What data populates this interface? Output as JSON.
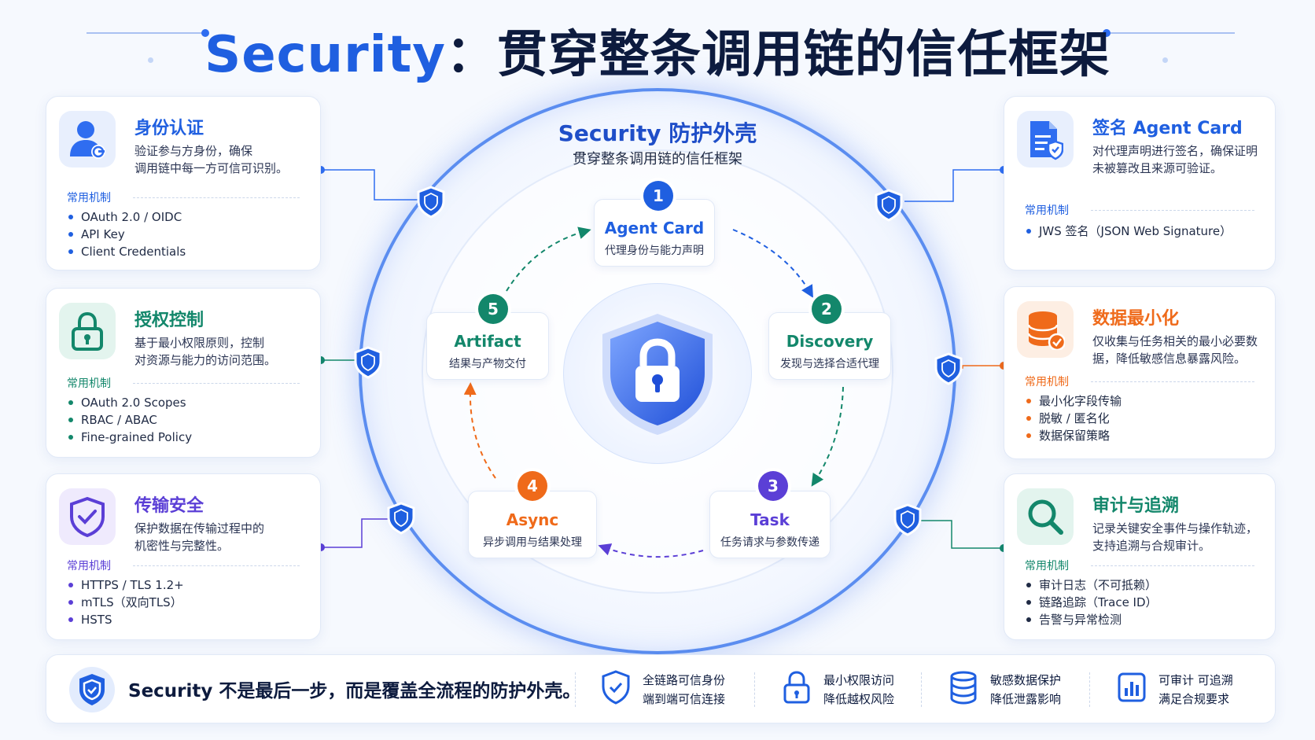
{
  "title": {
    "en": "Security",
    "sep": "：",
    "zh": "贯穿整条调用链的信任框架"
  },
  "center": {
    "title": "Security 防护外壳",
    "subtitle": "贯穿整条调用链的信任框架"
  },
  "nodes": [
    {
      "num": "1",
      "title": "Agent Card",
      "desc": "代理身份与能力声明",
      "color": "#1f5fe0"
    },
    {
      "num": "2",
      "title": "Discovery",
      "desc": "发现与选择合适代理",
      "color": "#13876b"
    },
    {
      "num": "3",
      "title": "Task",
      "desc": "任务请求与参数传递",
      "color": "#5b3fd6"
    },
    {
      "num": "4",
      "title": "Async",
      "desc": "异步调用与结果处理",
      "color": "#ef6a1a"
    },
    {
      "num": "5",
      "title": "Artifact",
      "desc": "结果与产物交付",
      "color": "#13876b"
    }
  ],
  "mech_label": "常用机制",
  "left_cards": [
    {
      "title": "身份认证",
      "desc": [
        "验证参与方身份，确保",
        "调用链中每一方可信可识别。"
      ],
      "items": [
        "OAuth 2.0 / OIDC",
        "API Key",
        "Client Credentials"
      ],
      "color": "#1f5fe0",
      "icon": "user-icon"
    },
    {
      "title": "授权控制",
      "desc": [
        "基于最小权限原则，控制",
        "对资源与能力的访问范围。"
      ],
      "items": [
        "OAuth 2.0 Scopes",
        "RBAC / ABAC",
        "Fine-grained Policy"
      ],
      "color": "#13876b",
      "icon": "lock-icon"
    },
    {
      "title": "传输安全",
      "desc": [
        "保护数据在传输过程中的",
        "机密性与完整性。"
      ],
      "items": [
        "HTTPS / TLS 1.2+",
        "mTLS（双向TLS）",
        "HSTS"
      ],
      "color": "#5b3fd6",
      "icon": "shield-check-icon"
    }
  ],
  "right_cards": [
    {
      "title": "签名 Agent Card",
      "desc": [
        "对代理声明进行签名，确保证明",
        "未被篡改且来源可验证。"
      ],
      "items": [
        "JWS 签名（JSON Web Signature）"
      ],
      "color": "#1f5fe0",
      "icon": "signed-doc-icon"
    },
    {
      "title": "数据最小化",
      "desc": [
        "仅收集与任务相关的最小必要数",
        "据，降低敏感信息暴露风险。"
      ],
      "items": [
        "最小化字段传输",
        "脱敏 / 匿名化",
        "数据保留策略"
      ],
      "color": "#ef6a1a",
      "icon": "database-icon"
    },
    {
      "title": "审计与追溯",
      "desc": [
        "记录关键安全事件与操作轨迹，",
        "支持追溯与合规审计。"
      ],
      "items": [
        "审计日志（不可抵赖）",
        "链路追踪（Trace ID）",
        "告警与异常检测"
      ],
      "color": "#13876b",
      "icon": "search-icon"
    }
  ],
  "bottom": {
    "main": "Security 不是最后一步，而是覆盖全流程的防护外壳。",
    "items": [
      {
        "l1": "全链路可信身份",
        "l2": "端到端可信连接",
        "icon": "shield-check-icon"
      },
      {
        "l1": "最小权限访问",
        "l2": "降低越权风险",
        "icon": "lock-icon"
      },
      {
        "l1": "敏感数据保护",
        "l2": "降低泄露影响",
        "icon": "database-icon"
      },
      {
        "l1": "可审计 可追溯",
        "l2": "满足合规要求",
        "icon": "bar-chart-icon"
      }
    ]
  },
  "colors": {
    "blue": "#1f5fe0",
    "green": "#13876b",
    "purple": "#5b3fd6",
    "orange": "#ef6a1a",
    "dark": "#0d1b3e"
  }
}
